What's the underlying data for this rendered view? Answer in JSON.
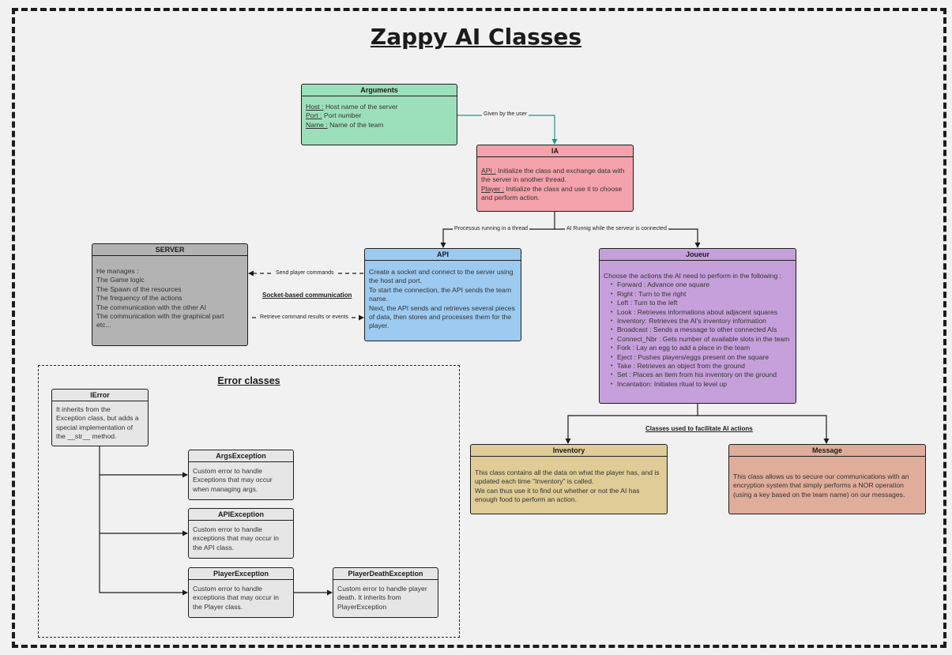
{
  "title": "Zappy AI Classes",
  "colors": {
    "arguments": "#9ce0bb",
    "ia": "#f4a2ab",
    "server": "#b3b3b3",
    "api": "#9ccaf0",
    "joueur": "#c6a0da",
    "error": "#e6e6e6",
    "inventory": "#dfcc96",
    "message": "#e0ad9a",
    "arrow_green": "#1a9a82"
  },
  "arguments": {
    "title": "Arguments",
    "host_key": "Host :",
    "host_val": " Host name of the server",
    "port_key": "Port :",
    "port_val": " Port number",
    "name_key": "Name :",
    "name_val": " Name of the team"
  },
  "ia": {
    "title": "IA",
    "api_key": "API :",
    "api_val": " Initialize the class and exchange data with",
    "api_val2": "the server in another thread.",
    "player_key": "Player :",
    "player_val": " Initialize the class and use it to choose",
    "player_val2": "and perform action."
  },
  "server": {
    "title": "SERVER",
    "lines": [
      "He manages :",
      "The Game logic",
      "The Spawn of the resources",
      "The frequency of the actions",
      "The communication with the other AI",
      "The communication with the graphical part",
      "etc..."
    ]
  },
  "api": {
    "title": "API",
    "lines": [
      "Create a socket and connect to the server using",
      "the host and port.",
      "To start the connection, the API sends the team",
      "name.",
      "Next, the API sends and retrieves several pieces",
      "of data, then stores and processes them for the",
      "player."
    ]
  },
  "joueur": {
    "title": "Joueur",
    "intro": "Choose the actions the AI need to perform in the following :",
    "actions": [
      "Forward : Advance one square",
      "Right : Turn to the right",
      "Left : Turn to the left",
      "Look : Retrieves informations about adjacent squares",
      "Inventory: Retrieves the AI's inventory information",
      "Broadcast : Sends a message to other connected AIs",
      "Connect_Nbr : Gets number of available slots in the team",
      "Fork : Lay an egg to add a place in the team",
      "Eject : Pushes players/eggs present on the square",
      "Take : Retrieves an object from the ground",
      "Set : Places an item from his inventory on the ground",
      "Incantation: Initiates ritual to level up"
    ]
  },
  "inventory": {
    "title": "Inventory",
    "lines": [
      "This class contains all the data on what the player has, and is",
      "updated each time \"Inventory\" is called.",
      "We can thus use it to find out whether or not the AI has",
      "enough food to perform an action."
    ]
  },
  "message": {
    "title": "Message",
    "lines": [
      "This class allows us to secure our communications with an",
      "encryption system that simply performs a NOR operation",
      "(using a key based on the team name) on our messages."
    ]
  },
  "labels": {
    "given_by_user": "Given by the user",
    "thread": "Processus running in a thread",
    "ai_running": "AI Runnig while the serveur is connected",
    "send_commands": "Send player commands",
    "socket": "Socket-based communication",
    "retrieve": "Retrieve command results or events",
    "classes_used": "Classes used to facilitate AI actions"
  },
  "errors": {
    "title": "Error classes",
    "ierror": {
      "title": "IError",
      "lines": [
        "It inherits from the",
        "Exception class, but adds a",
        "special implementation of",
        "the __str__ method."
      ]
    },
    "args": {
      "title": "ArgsException",
      "lines": [
        "Custom error to handle",
        "Exceptions that may occur",
        "when managing args."
      ]
    },
    "apiex": {
      "title": "APIException",
      "lines": [
        "Custom error to handle",
        "exceptions that may occur in",
        "the API class."
      ]
    },
    "player": {
      "title": "PlayerException",
      "lines": [
        "Custom error to handle",
        "exceptions that may occur in",
        "the Player class."
      ]
    },
    "death": {
      "title": "PlayerDeathException",
      "lines": [
        "Custom error to handle player",
        "death. It inherits from",
        "PlayerException"
      ]
    }
  }
}
